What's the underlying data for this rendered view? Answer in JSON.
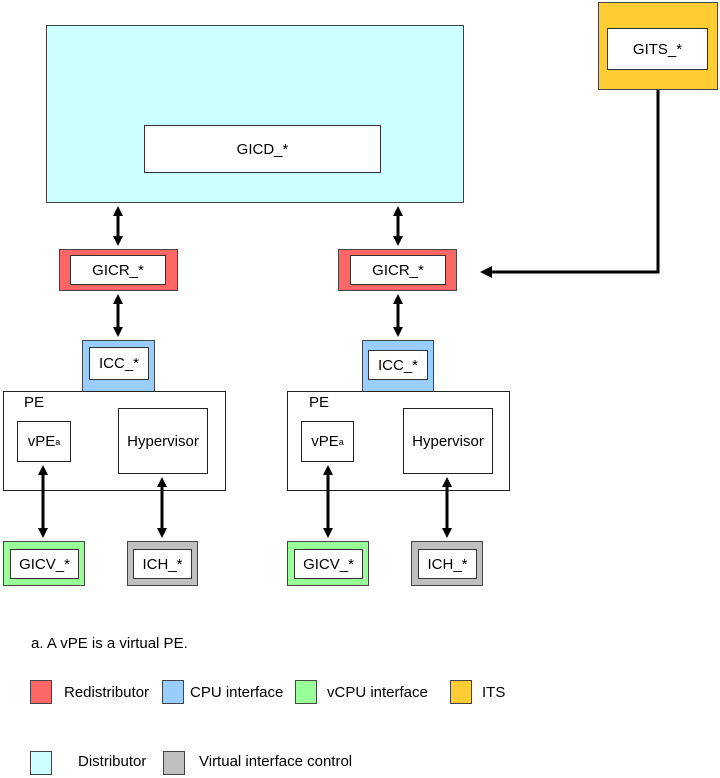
{
  "diagram": {
    "distributor": {
      "register": "GICD_*"
    },
    "its": {
      "register": "GITS_*"
    },
    "pe_groups": [
      {
        "redistributor": "GICR_*",
        "cpu_interface": "ICC_*",
        "pe_label": "PE",
        "vpe_label": "vPE",
        "vpe_footnote_mark": "a",
        "hypervisor_label": "Hypervisor",
        "vcpu_interface": "GICV_*",
        "virtual_interface_control": "ICH_*"
      },
      {
        "redistributor": "GICR_*",
        "cpu_interface": "ICC_*",
        "pe_label": "PE",
        "vpe_label": "vPE",
        "vpe_footnote_mark": "a",
        "hypervisor_label": "Hypervisor",
        "vcpu_interface": "GICV_*",
        "virtual_interface_control": "ICH_*"
      }
    ],
    "footnote": "a. A vPE is a virtual PE."
  },
  "legend": [
    {
      "label": "Redistributor",
      "color": "#FF6666"
    },
    {
      "label": "CPU interface",
      "color": "#99CCFF"
    },
    {
      "label": "vCPU interface",
      "color": "#99FF99"
    },
    {
      "label": "ITS",
      "color": "#FFCC33"
    },
    {
      "label": "Distributor",
      "color": "#CCFFFF"
    },
    {
      "label": "Virtual interface control",
      "color": "#C0C0C0"
    }
  ]
}
